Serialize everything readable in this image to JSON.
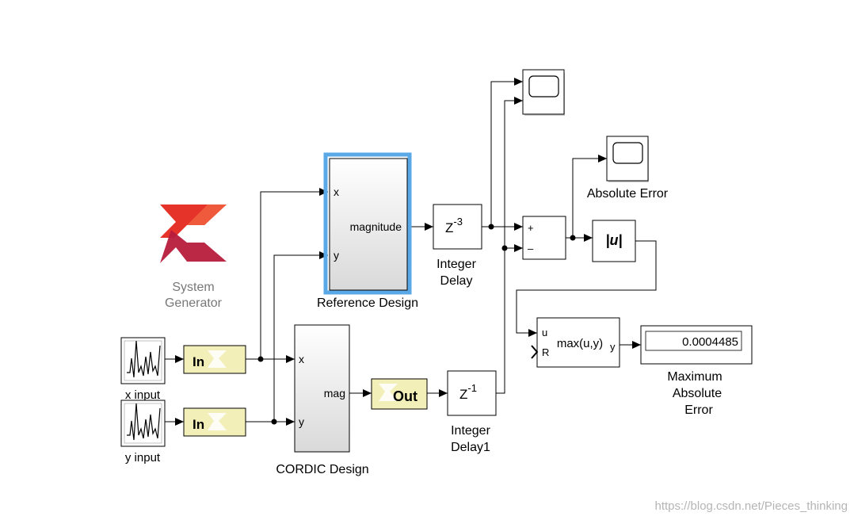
{
  "logo": {
    "name": "System Generator",
    "line1": "System",
    "line2": "Generator",
    "colors": {
      "red": "#e6332a",
      "dark_red": "#b71c3c"
    }
  },
  "sources": {
    "x_label": "x input",
    "y_label": "y input"
  },
  "gateways": {
    "in_x": "In",
    "in_y": "In",
    "out": "Out"
  },
  "reference": {
    "label": "Reference Design",
    "port_x": "x",
    "port_y": "y",
    "port_out": "magnitude",
    "highlight_color": "#5aa8e6"
  },
  "cordic": {
    "label": "CORDIC Design",
    "port_x": "x",
    "port_y": "y",
    "port_out": "mag"
  },
  "delay3": {
    "z": "Z",
    "exp": "-3",
    "label_line1": "Integer",
    "label_line2": "Delay"
  },
  "delay1": {
    "z": "Z",
    "exp": "-1",
    "label_line1": "Integer",
    "label_line2": "Delay1"
  },
  "sum": {
    "plus": "+",
    "minus": "–"
  },
  "abs": {
    "text": "|u|"
  },
  "abs_scope": {
    "label": "Absolute Error"
  },
  "minmax": {
    "port_u": "u",
    "port_r": "R",
    "fn": "max(u,y)",
    "port_y": "y"
  },
  "display": {
    "value": "0.0004485",
    "label_line1": "Maximum",
    "label_line2": "Absolute",
    "label_line3": "Error"
  },
  "watermark": "https://blog.csdn.net/Pieces_thinking"
}
